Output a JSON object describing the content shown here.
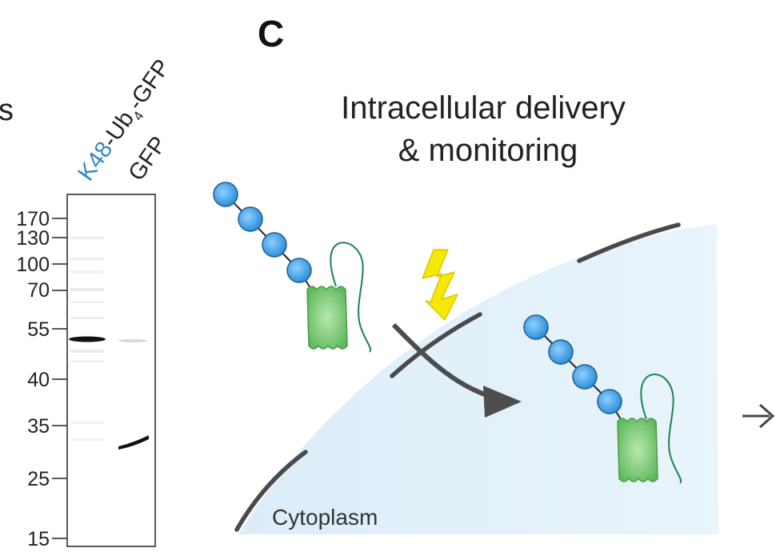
{
  "panel_b": {
    "cut_letter": "s",
    "lane_labels": {
      "lane1_prefix": "K48",
      "lane1_rest": "-Ub",
      "lane1_sub": "4",
      "lane1_suffix": "-GFP",
      "lane2": "GFP"
    },
    "lane1_prefix_color": "#2f86c6",
    "markers": [
      "170",
      "130",
      "100",
      "70",
      "55",
      "40",
      "35",
      "25",
      "15"
    ]
  },
  "panel_c": {
    "letter": "C",
    "title_line1": "Intracellular delivery",
    "title_line2": "& monitoring",
    "compartment_label": "Cytoplasm"
  },
  "colors": {
    "ubiquitin": "#4aa6e6",
    "gfp": "#6cc46c",
    "cytoplasm": "#e3f2fb",
    "membrane": "#4a4a4a",
    "lightning": "#f6e800"
  },
  "icons": [
    "lightning-icon",
    "arrow-icon"
  ]
}
